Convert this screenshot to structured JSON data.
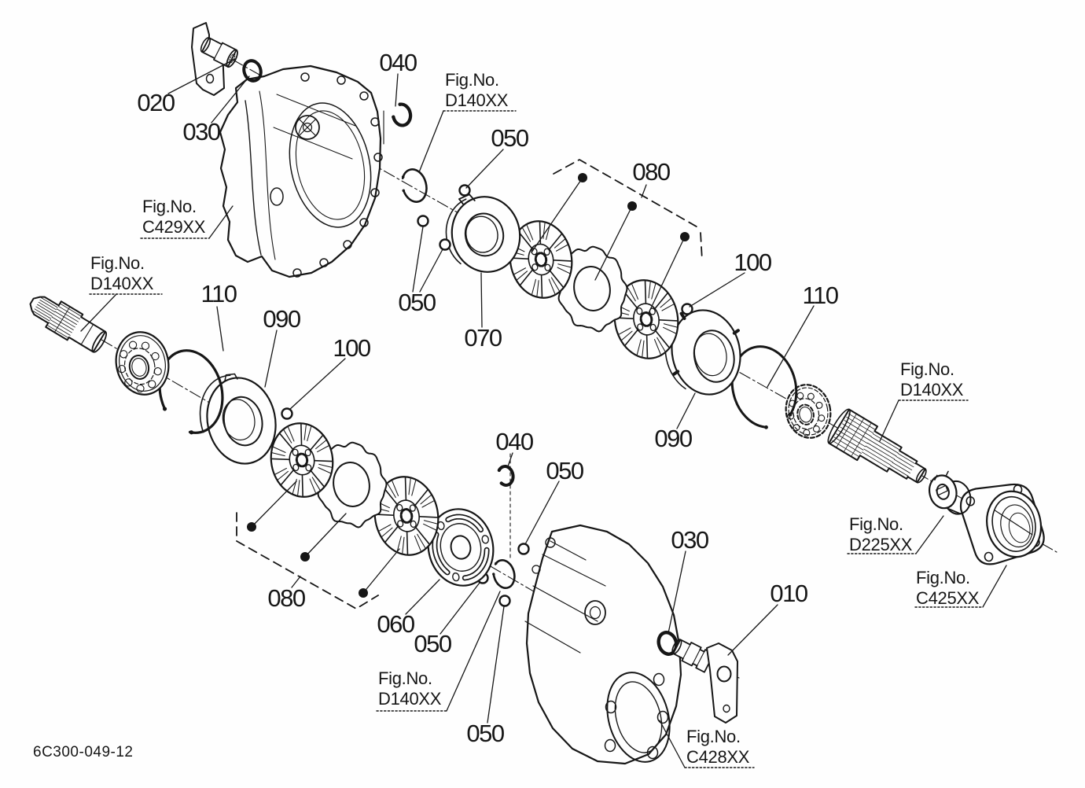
{
  "diagram": {
    "type": "exploded-parts-diagram",
    "drawing_number": "6C300-049-12",
    "callouts": [
      {
        "label": "020"
      },
      {
        "label": "030"
      },
      {
        "label": "040"
      },
      {
        "label": "050"
      },
      {
        "label": "080"
      },
      {
        "label": "110"
      },
      {
        "label": "090"
      },
      {
        "label": "100"
      },
      {
        "label": "050"
      },
      {
        "label": "070"
      },
      {
        "label": "100"
      },
      {
        "label": "110"
      },
      {
        "label": "090"
      },
      {
        "label": "040"
      },
      {
        "label": "050"
      },
      {
        "label": "080"
      },
      {
        "label": "060"
      },
      {
        "label": "050"
      },
      {
        "label": "050"
      },
      {
        "label": "030"
      },
      {
        "label": "010"
      }
    ],
    "fig_refs": [
      {
        "line1": "Fig.No.",
        "line2": "C429XX"
      },
      {
        "line1": "Fig.No.",
        "line2": "D140XX"
      },
      {
        "line1": "Fig.No.",
        "line2": "D140XX"
      },
      {
        "line1": "Fig.No.",
        "line2": "D140XX"
      },
      {
        "line1": "Fig.No.",
        "line2": "D225XX"
      },
      {
        "line1": "Fig.No.",
        "line2": "C425XX"
      },
      {
        "line1": "Fig.No.",
        "line2": "D140XX"
      },
      {
        "line1": "Fig.No.",
        "line2": "C428XX"
      }
    ]
  }
}
